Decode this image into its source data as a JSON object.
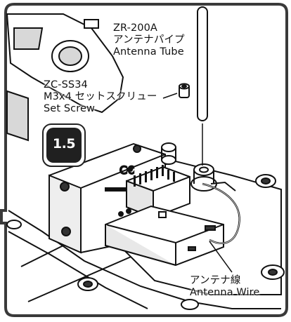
{
  "step": {
    "number": "1.5"
  },
  "callouts": {
    "antenna_tube": {
      "code": "ZR-200A",
      "ja": "アンテナパイプ",
      "en": "Antenna Tube"
    },
    "set_screw": {
      "code": "ZC-SS34",
      "ja": "M3x4 セットスクリュー",
      "en": "Set Screw"
    },
    "antenna_wire": {
      "ja": "アンテナ線",
      "en": "Antenna Wire"
    }
  },
  "colors": {
    "frame": "#3a3a3a",
    "ink": "#111111",
    "shade": "#cfcfcf",
    "badge": "#202020"
  }
}
